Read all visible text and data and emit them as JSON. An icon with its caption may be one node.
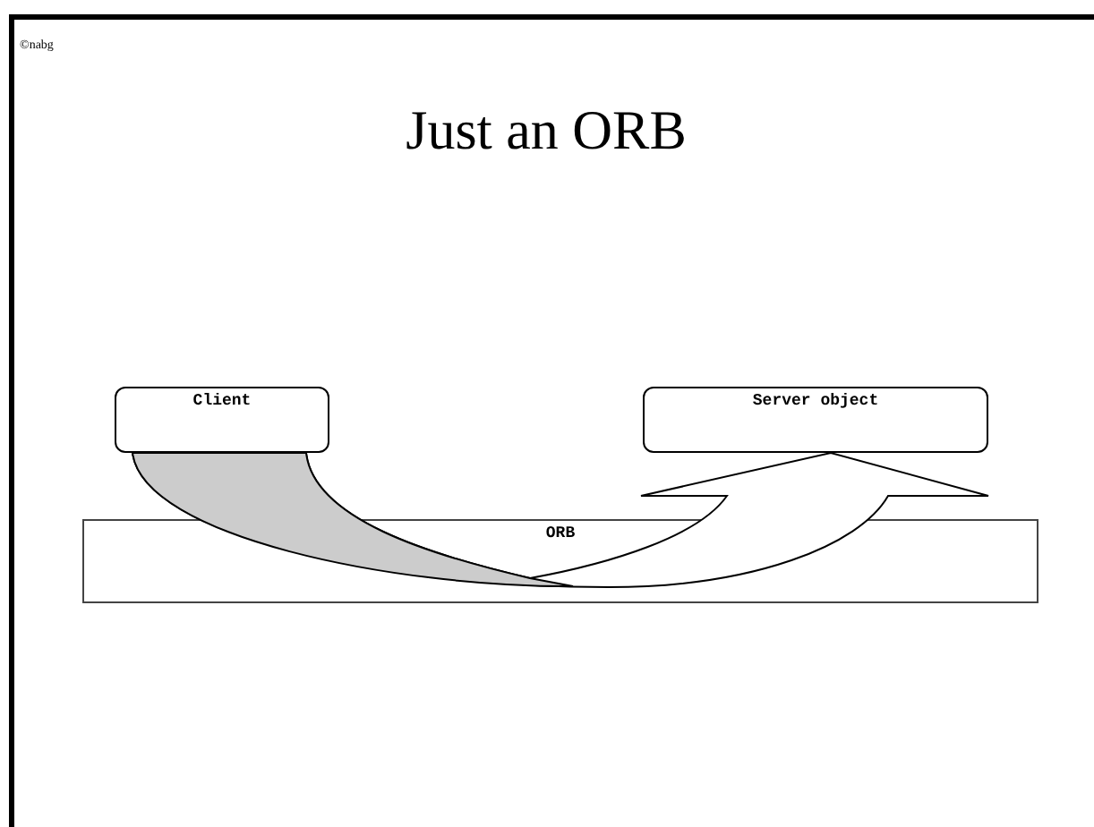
{
  "diagram": {
    "title": "Just an ORB",
    "nodes": [
      {
        "text": [
          "Client"
        ]
      },
      {
        "text": [
          "Server object"
        ]
      },
      {
        "text": [
          "ORB"
        ]
      }
    ],
    "edges": [
      {
        "from": 0,
        "to": 1,
        "arrow": "to",
        "style": "thick"
      }
    ],
    "labels": [
      "©nabg"
    ]
  }
}
